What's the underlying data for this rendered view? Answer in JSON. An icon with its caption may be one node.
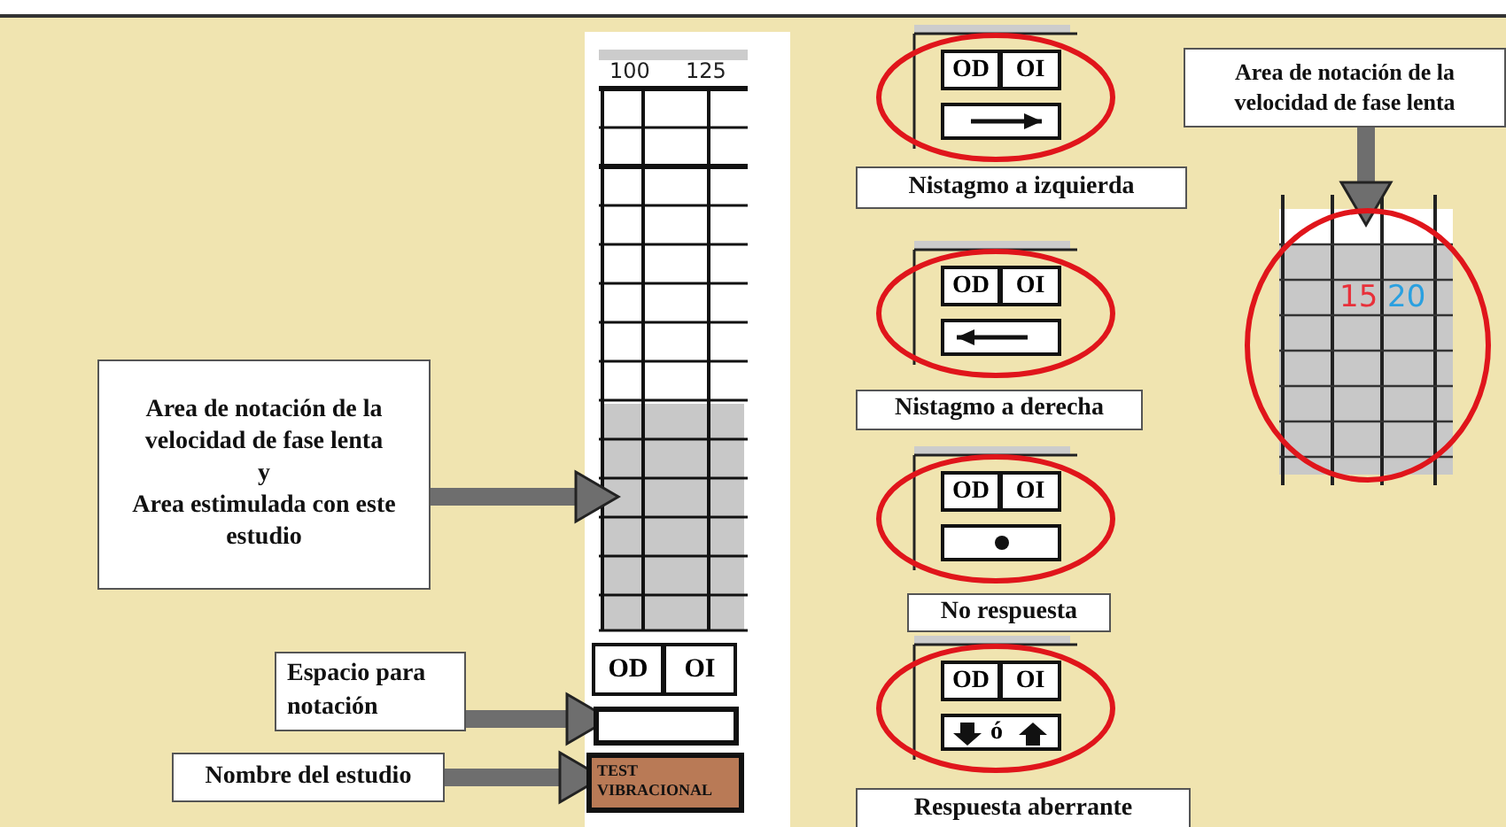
{
  "diagram": {
    "nodes": [
      {
        "text": [
          "Area de notación de la velocidad de fase lenta",
          "y",
          "Area estimulada con este estudio"
        ]
      },
      {
        "text": [],
        "shape": "box"
      },
      {
        "text": [
          "Espacio para notación"
        ]
      },
      {
        "text": [],
        "shape": "box"
      },
      {
        "text": [
          "Nombre del estudio"
        ]
      },
      {
        "text": [
          "TEST VIBRACIONAL"
        ]
      },
      {
        "text": [
          "Nistagmo a izquierda"
        ]
      },
      {
        "text": [
          "Nistagmo a derecha"
        ]
      },
      {
        "text": [
          "No respuesta"
        ]
      },
      {
        "text": [
          "Respuesta aberrante"
        ]
      },
      {
        "text": [
          "Area de notación de la velocidad de fase lenta"
        ]
      },
      {
        "text": [
          "15",
          "20"
        ]
      }
    ],
    "edges": [
      {
        "from": 0,
        "to": 1,
        "arrow": "to"
      },
      {
        "from": 2,
        "to": 3,
        "arrow": "to"
      },
      {
        "from": 4,
        "to": 5,
        "arrow": "to"
      },
      {
        "from": 10,
        "to": 11,
        "arrow": "to"
      }
    ],
    "labels": [
      "100",
      "125",
      "OD",
      "OI",
      "OD",
      "OI",
      "OD",
      "OI",
      "OD",
      "OI",
      "OD",
      "OI",
      "ó"
    ]
  }
}
